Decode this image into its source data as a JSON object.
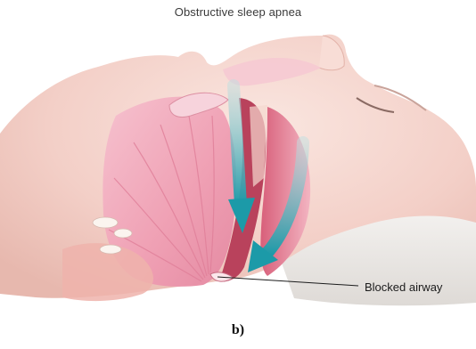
{
  "figure": {
    "title": "Obstructive sleep apnea",
    "callout_label": "Blocked airway",
    "caption": "b)"
  },
  "colors": {
    "skin": "#f3cfc7",
    "skin_shadow": "#e4aca3",
    "tissue_pink": "#f2a8bb",
    "tissue_striation": "#e07f99",
    "throat_dark": "#b9425c",
    "airflow_arrow": "#1c9aa8",
    "airflow_arrow_light": "#8ec9cc",
    "pillow": "#efece9"
  },
  "icons": {
    "airflow_arrows": "airflow-arrow-icon"
  }
}
